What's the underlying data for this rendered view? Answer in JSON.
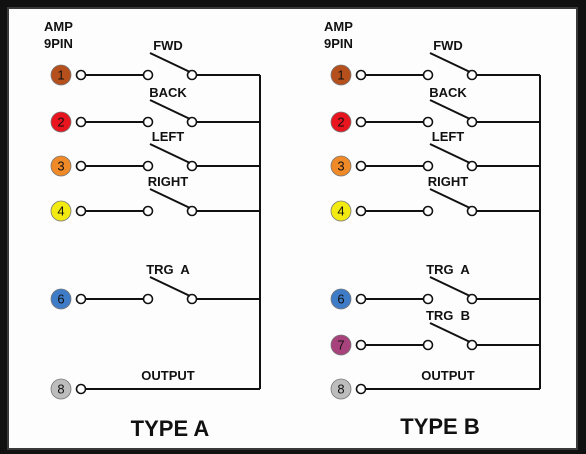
{
  "diagrams": [
    {
      "id": "a",
      "header_line1": "AMP",
      "header_line2": "9PIN",
      "title": "TYPE A",
      "pins": [
        {
          "label": "1",
          "color": "#b5501c"
        },
        {
          "label": "2",
          "color": "#e8141e"
        },
        {
          "label": "3",
          "color": "#f08a28"
        },
        {
          "label": "4",
          "color": "#f2ea10"
        },
        {
          "label": "6",
          "color": "#3f7cc8"
        },
        {
          "label": "8",
          "color": "#bdbdbd"
        }
      ],
      "switches": [
        {
          "label": "FWD"
        },
        {
          "label": "BACK"
        },
        {
          "label": "LEFT"
        },
        {
          "label": "RIGHT"
        },
        {
          "label": "TRG  A"
        }
      ],
      "output_label": "OUTPUT"
    },
    {
      "id": "b",
      "header_line1": "AMP",
      "header_line2": "9PIN",
      "title": "TYPE B",
      "pins": [
        {
          "label": "1",
          "color": "#b5501c"
        },
        {
          "label": "2",
          "color": "#e8141e"
        },
        {
          "label": "3",
          "color": "#f08a28"
        },
        {
          "label": "4",
          "color": "#f2ea10"
        },
        {
          "label": "6",
          "color": "#3f7cc8"
        },
        {
          "label": "7",
          "color": "#a8427c"
        },
        {
          "label": "8",
          "color": "#bdbdbd"
        }
      ],
      "switches": [
        {
          "label": "FWD"
        },
        {
          "label": "BACK"
        },
        {
          "label": "LEFT"
        },
        {
          "label": "RIGHT"
        },
        {
          "label": "TRG  A"
        },
        {
          "label": "TRG  B"
        }
      ],
      "output_label": "OUTPUT"
    }
  ]
}
